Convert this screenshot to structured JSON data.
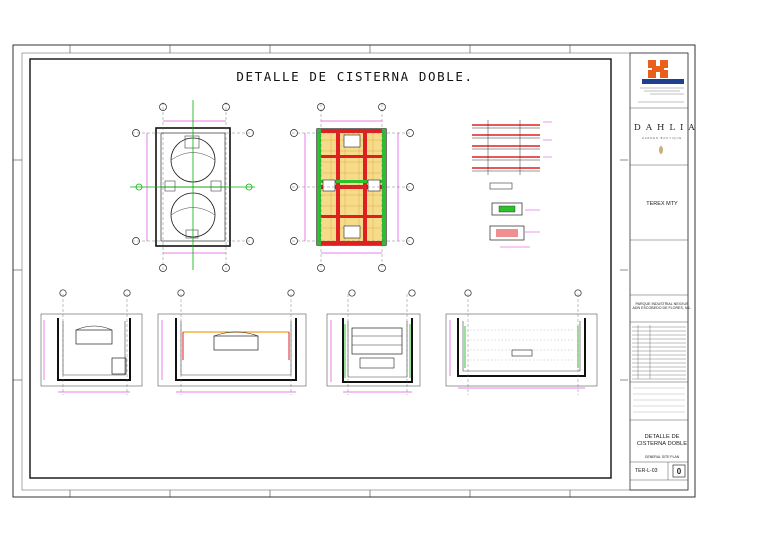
{
  "drawing": {
    "title": "DETALLE DE CISTERNA DOBLE."
  },
  "title_block": {
    "brand_name": "DAHLIA",
    "brand_tagline": "GARDEN BOUTIQUE",
    "client": "TEREX MTY",
    "location": "PARQUE INDUSTRIAL NEXXUS ADN ESCOBEDO DE FLORES, N.L.",
    "sheet_title": "DETALLE DE CISTERNA DOBLE",
    "sheet_subtitle": "GENERAL SITE PLAN",
    "sheet_code": "TER-L-03",
    "revision": "0"
  },
  "colors": {
    "logo_orange": "#e8601c",
    "logo_blue": "#1f3f8f",
    "linework": "#222222",
    "dimension_magenta": "#d400d4",
    "grid_green": "#00b400",
    "rebar_red": "#e02020",
    "section_fill_yellow": "#f6dc8a",
    "dimension_orange": "#f0a020"
  }
}
